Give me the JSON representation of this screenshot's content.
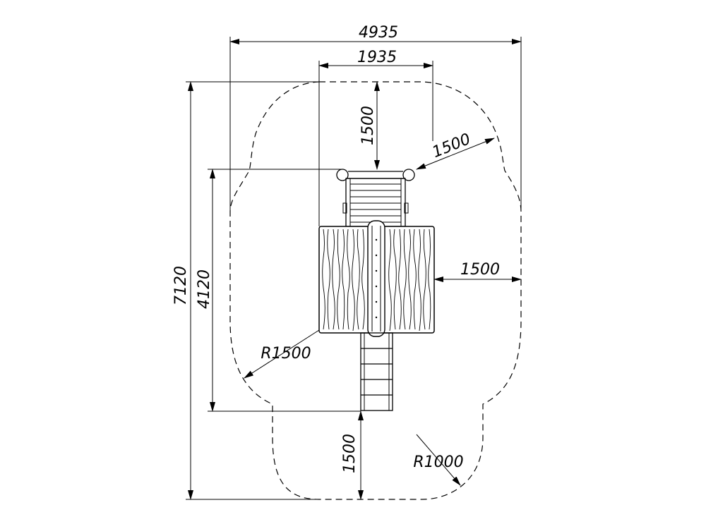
{
  "drawing": {
    "dimensions": {
      "overall_width": "4935",
      "tower_width": "1935",
      "top_clearance": "1500",
      "diag_clearance": "1500",
      "side_clearance": "1500",
      "overall_length": "7120",
      "equipment_length": "4120",
      "bottom_clearance": "1500",
      "corner_radius_left": "R1500",
      "corner_radius_right": "R1000"
    }
  }
}
